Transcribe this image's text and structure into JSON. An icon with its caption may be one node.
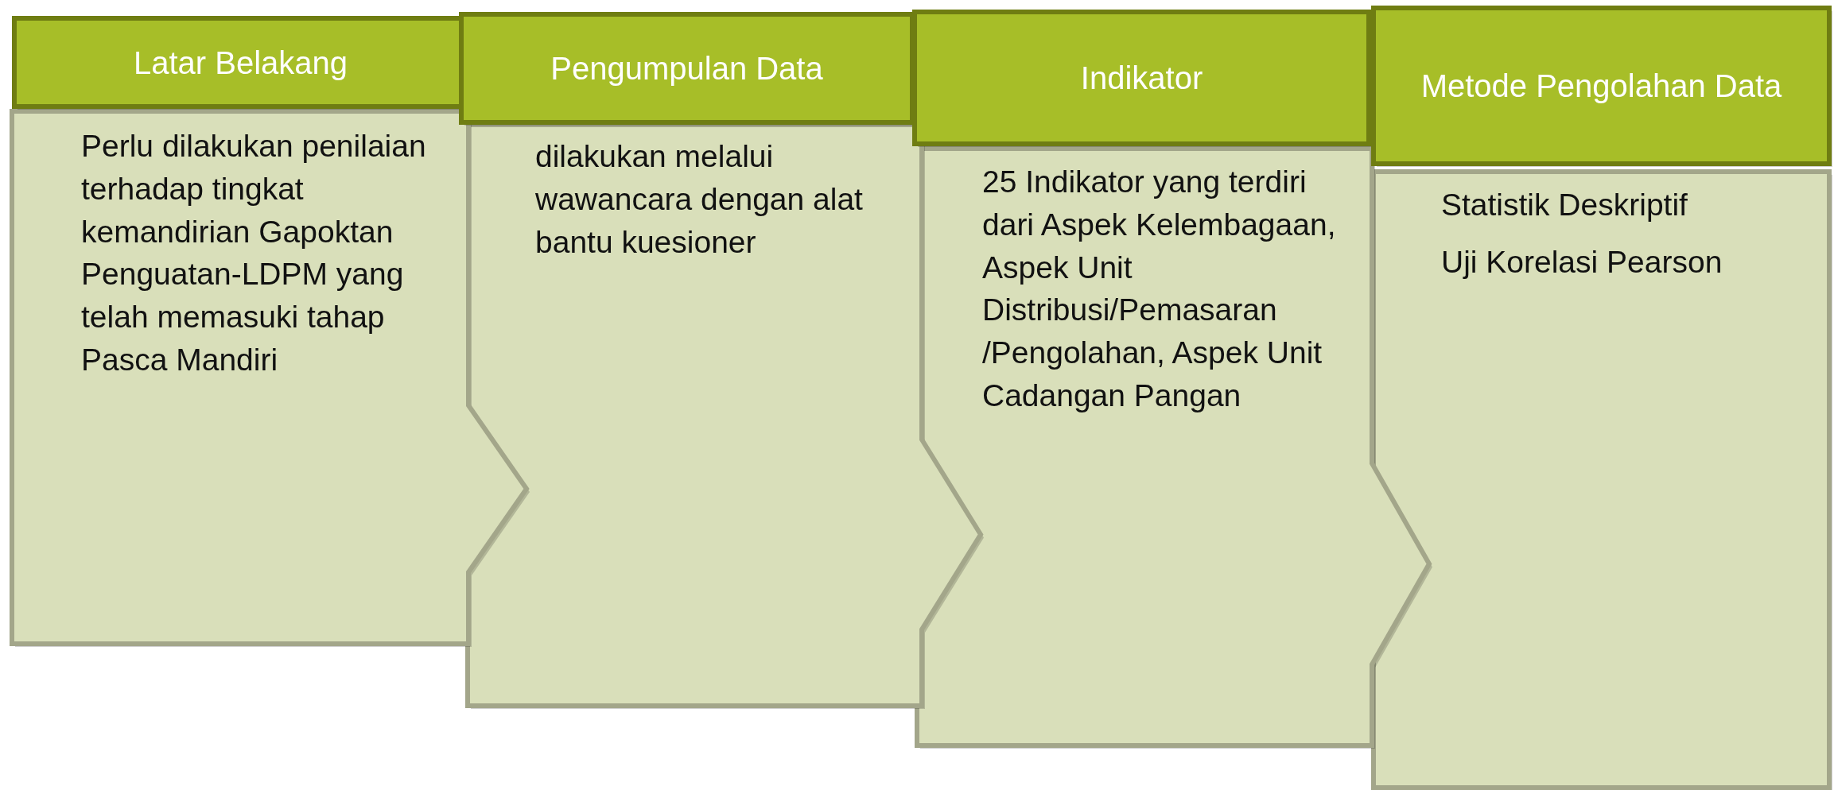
{
  "diagram": {
    "nodes": [
      {
        "text": [
          "Latar Belakang"
        ]
      },
      {
        "text": [
          "Perlu dilakukan penilaian terhadap tingkat kemandirian Gapoktan Penguatan-LDPM yang telah memasuki tahap Pasca Mandiri"
        ]
      },
      {
        "text": [
          "Pengumpulan Data"
        ]
      },
      {
        "text": [
          "dilakukan melalui wawancara dengan alat bantu kuesioner"
        ]
      },
      {
        "text": [
          "Indikator"
        ]
      },
      {
        "text": [
          "25 Indikator yang terdiri dari Aspek Kelembagaan, Aspek Unit Distribusi/Pemasaran /Pengolahan, Aspek Unit Cadangan Pangan"
        ]
      },
      {
        "text": [
          "Metode Pengolahan Data"
        ]
      },
      {
        "text": [
          "Statistik Deskriptif",
          "Uji Korelasi Pearson"
        ]
      }
    ]
  }
}
